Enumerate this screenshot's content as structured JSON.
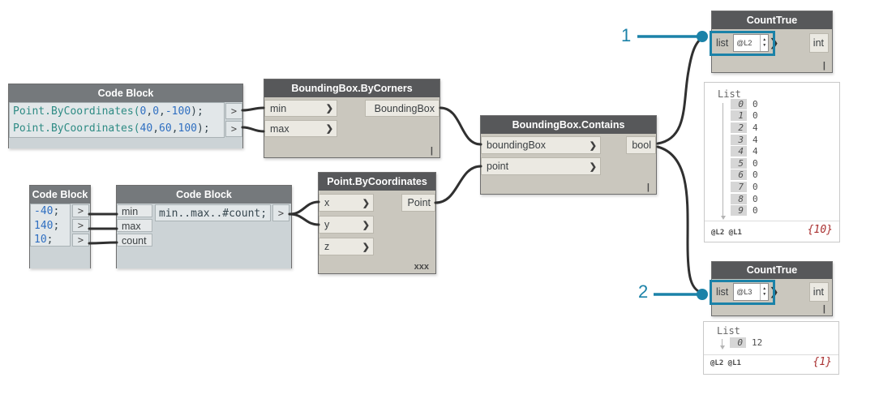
{
  "icons": {
    "chevron": "❯",
    "caret": ">",
    "spinner_up": "▲",
    "spinner_down": "▼"
  },
  "colors": {
    "accent": "#1b82a8",
    "wire": "#303030",
    "count_badge": "#a93030",
    "function_teal": "#2e8b84",
    "number_blue": "#2f6fc1",
    "node_header": "#57585a",
    "codeblock_header": "#75797c"
  },
  "callouts": {
    "one": "1",
    "two": "2"
  },
  "nodes": {
    "cb_points": {
      "title": "Code Block",
      "lines": [
        [
          {
            "c": "fn",
            "t": "Point.ByCoordinates("
          },
          {
            "c": "num",
            "t": "0"
          },
          {
            "c": "pn",
            "t": ","
          },
          {
            "c": "num",
            "t": "0"
          },
          {
            "c": "pn",
            "t": ","
          },
          {
            "c": "num",
            "t": "-100"
          },
          {
            "c": "pn",
            "t": ");"
          }
        ],
        [
          {
            "c": "fn",
            "t": "Point.ByCoordinates("
          },
          {
            "c": "num",
            "t": "40"
          },
          {
            "c": "pn",
            "t": ","
          },
          {
            "c": "num",
            "t": "60"
          },
          {
            "c": "pn",
            "t": ","
          },
          {
            "c": "num",
            "t": "100"
          },
          {
            "c": "pn",
            "t": ");"
          }
        ]
      ]
    },
    "bb_corners": {
      "title": "BoundingBox.ByCorners",
      "inputs": [
        "min",
        "max"
      ],
      "output": "BoundingBox",
      "lacing": "|"
    },
    "cb_values": {
      "title": "Code Block",
      "lines": [
        [
          {
            "c": "num",
            "t": "-40"
          },
          {
            "c": "pn",
            "t": ";"
          }
        ],
        [
          {
            "c": "num",
            "t": "140"
          },
          {
            "c": "pn",
            "t": ";"
          }
        ],
        [
          {
            "c": "num",
            "t": "10"
          },
          {
            "c": "pn",
            "t": ";"
          }
        ]
      ]
    },
    "cb_range": {
      "title": "Code Block",
      "inputs": [
        "min",
        "max",
        "count"
      ],
      "code": [
        {
          "c": "pn",
          "t": "min..max..#count;"
        }
      ]
    },
    "pt_coords": {
      "title": "Point.ByCoordinates",
      "inputs": [
        "x",
        "y",
        "z"
      ],
      "output": "Point",
      "lacing": "xxx"
    },
    "bb_contains": {
      "title": "BoundingBox.Contains",
      "inputs": [
        "boundingBox",
        "point"
      ],
      "output": "bool",
      "lacing": "|"
    },
    "count_true_1": {
      "title": "CountTrue",
      "input": "list",
      "level": "@L2",
      "output": "int",
      "lacing": "|"
    },
    "count_true_2": {
      "title": "CountTrue",
      "input": "list",
      "level": "@L3",
      "output": "int",
      "lacing": "|"
    }
  },
  "panels": {
    "p1": {
      "header": "List",
      "rows": [
        {
          "i": "0",
          "v": "0"
        },
        {
          "i": "1",
          "v": "0"
        },
        {
          "i": "2",
          "v": "4"
        },
        {
          "i": "3",
          "v": "4"
        },
        {
          "i": "4",
          "v": "4"
        },
        {
          "i": "5",
          "v": "0"
        },
        {
          "i": "6",
          "v": "0"
        },
        {
          "i": "7",
          "v": "0"
        },
        {
          "i": "8",
          "v": "0"
        },
        {
          "i": "9",
          "v": "0"
        }
      ],
      "levels": "@L2 @L1",
      "count": "{10}"
    },
    "p2": {
      "header": "List",
      "rows": [
        {
          "i": "0",
          "v": "12"
        }
      ],
      "levels": "@L2 @L1",
      "count": "{1}"
    }
  }
}
